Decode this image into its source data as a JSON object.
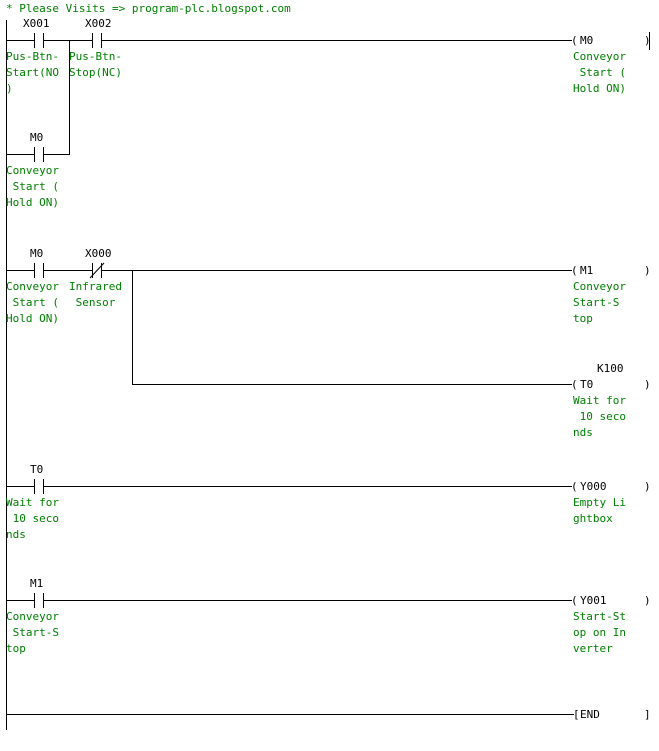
{
  "header": {
    "comment": "* Please Visits => program-plc.blogspot.com"
  },
  "rung1": {
    "c1": {
      "address": "X001",
      "label": [
        "Pus-Btn-",
        "Start(NO",
        ")"
      ]
    },
    "c2": {
      "address": "X002",
      "label": [
        "Pus-Btn-",
        "Stop(NC)"
      ]
    },
    "branch": {
      "address": "M0",
      "label": [
        "Conveyor",
        " Start (",
        "Hold ON)"
      ]
    },
    "coil": {
      "address": "M0",
      "label": [
        "Conveyor",
        " Start (",
        "Hold ON)"
      ]
    }
  },
  "rung2": {
    "c1": {
      "address": "M0",
      "label": [
        "Conveyor",
        " Start (",
        "Hold ON)"
      ]
    },
    "c2": {
      "address": "X000",
      "label": [
        "Infrared",
        " Sensor"
      ]
    },
    "coil1": {
      "address": "M1",
      "label": [
        "Conveyor",
        "Start-S",
        "top"
      ]
    },
    "coil2": {
      "address": "T0",
      "preset": "K100",
      "label": [
        "Wait for",
        " 10 seco",
        "nds"
      ]
    }
  },
  "rung3": {
    "c1": {
      "address": "T0",
      "label": [
        "Wait for",
        " 10 seco",
        "nds"
      ]
    },
    "coil": {
      "address": "Y000",
      "label": [
        "Empty Li",
        "ghtbox"
      ]
    }
  },
  "rung4": {
    "c1": {
      "address": "M1",
      "label": [
        "Conveyor",
        " Start-S",
        "top"
      ]
    },
    "coil": {
      "address": "Y001",
      "label": [
        "Start-St",
        "op on In",
        "verter"
      ]
    }
  },
  "end": {
    "label": "END"
  }
}
